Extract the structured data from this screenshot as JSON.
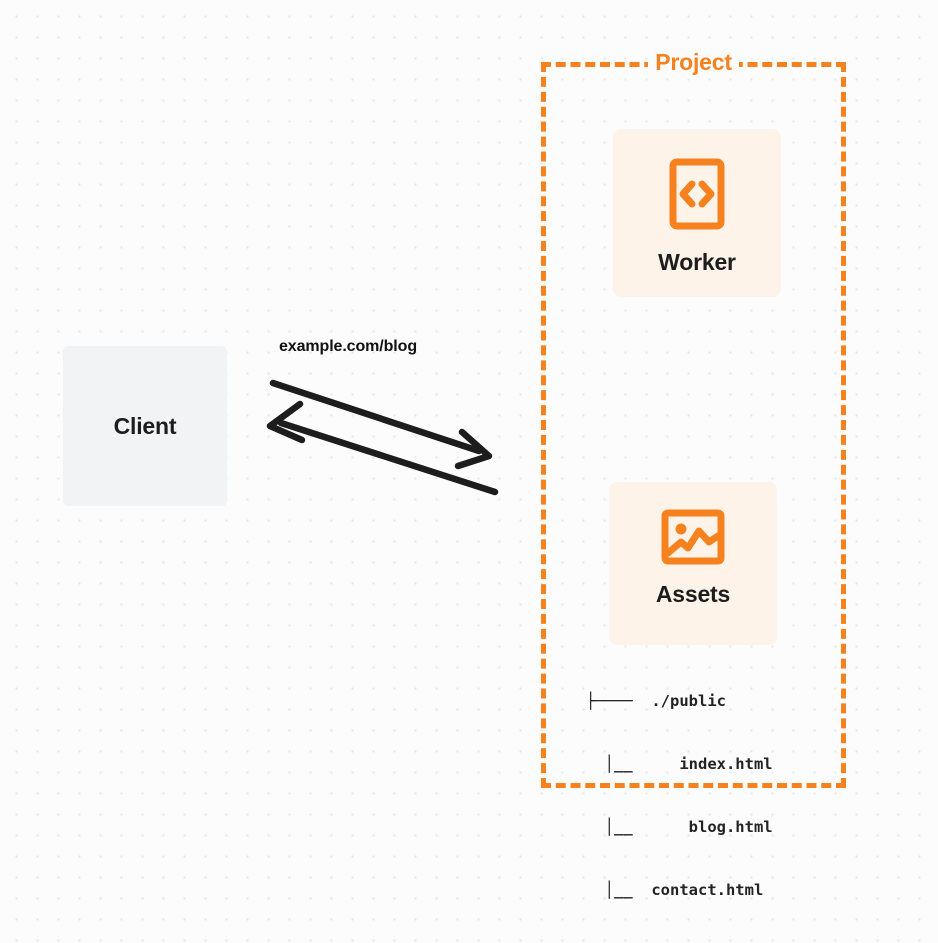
{
  "diagram": {
    "title": "Project",
    "background": "#fcfcfd",
    "accent_color": "#f6821f",
    "card_color": "#fdf3e9",
    "client_color": "#f2f3f5"
  },
  "client": {
    "label": "Client"
  },
  "project": {
    "label": "Project",
    "nodes": [
      {
        "id": "worker",
        "label": "Worker",
        "icon": "code-file-icon"
      },
      {
        "id": "assets",
        "label": "Assets",
        "icon": "image-icon"
      }
    ]
  },
  "connection": {
    "label": "example.com/blog",
    "request_direction": "client-to-project",
    "response_direction": "project-to-client"
  },
  "file_tree": {
    "lines": [
      "├────  ./public",
      "  │__     index.html",
      "  │__      blog.html",
      "  │__  contact.html"
    ]
  }
}
